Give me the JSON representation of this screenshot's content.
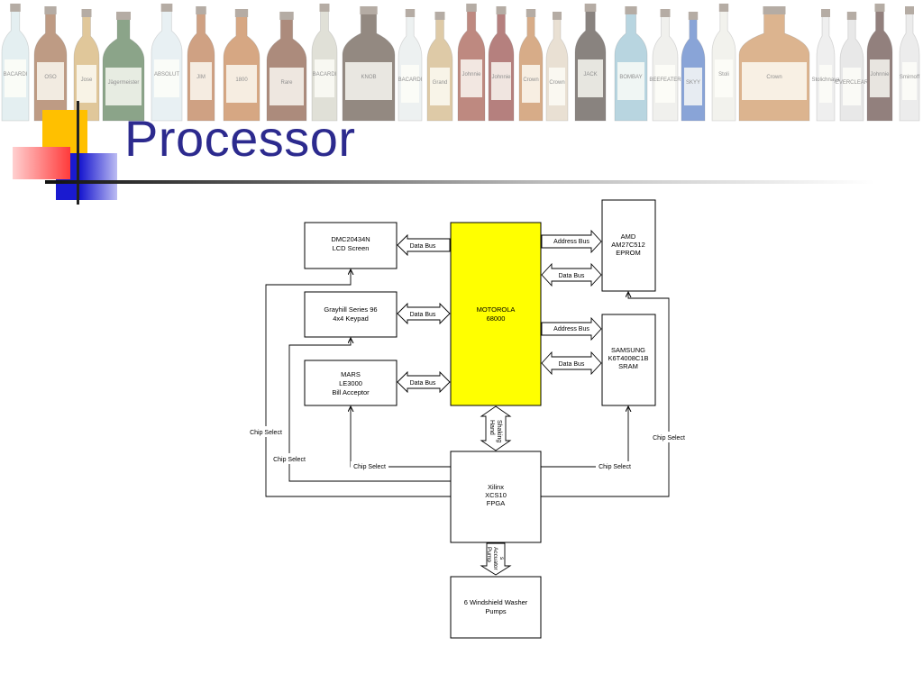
{
  "slide": {
    "title": "Processor",
    "bottle_labels": [
      "BACARDI",
      "OSO NEGRO",
      "Jose Cuervo Especial",
      "Jägermeister",
      "ABSOLUT VODKA",
      "JIM BEAM",
      "1800",
      "Rare Breed",
      "BACARDI 151",
      "KNOB CREEK",
      "BACARDI LIMÓN",
      "Grand Marnier",
      "Johnnie Walker",
      "Johnnie Walker",
      "Crown",
      "Crown",
      "JACK DANIEL'S Tennessee WHISKEY",
      "BOMBAY SAPPHIRE",
      "BEEFEATER",
      "SKYY",
      "Stoli Vanil",
      "Crown Royal",
      "Stolichnaya",
      "EVERCLEAR",
      "Johnnie Walker",
      "Smirnoff"
    ]
  },
  "colors": {
    "title": "#2c2a8e",
    "processor_fill": "#ffff00",
    "accent_yellow": "#ffc000",
    "accent_red": "#ff3b3b",
    "accent_blue": "#1a1ad0"
  },
  "diagram": {
    "lcd": {
      "line1": "DMC20434N",
      "line2": "LCD Screen"
    },
    "keypad": {
      "line1": "Grayhill Series 96",
      "line2": "4x4 Keypad"
    },
    "bill": {
      "line1": "MARS",
      "line2": "LE3000",
      "line3": "Bill Acceptor"
    },
    "cpu": {
      "line1": "MOTOROLA",
      "line2": "68000"
    },
    "eprom": {
      "line1": "AMD",
      "line2": "AM27C512",
      "line3": "EPROM"
    },
    "sram": {
      "line1": "SAMSUNG",
      "line2": "K6T4008C1B",
      "line3": "SRAM"
    },
    "fpga": {
      "line1": "Xilinx",
      "line2": "XCS10",
      "line3": "FPGA"
    },
    "pumps": {
      "line1": "6 Windshield Washer",
      "line2": "Pumps"
    },
    "labels": {
      "data_bus": "Data Bus",
      "address_bus": "Address Bus",
      "chip_select": "Chip Select",
      "hand": "Hand",
      "shaking": "Shaking",
      "pump": "Pump",
      "accuator": "Accuator",
      "s": "s"
    }
  }
}
